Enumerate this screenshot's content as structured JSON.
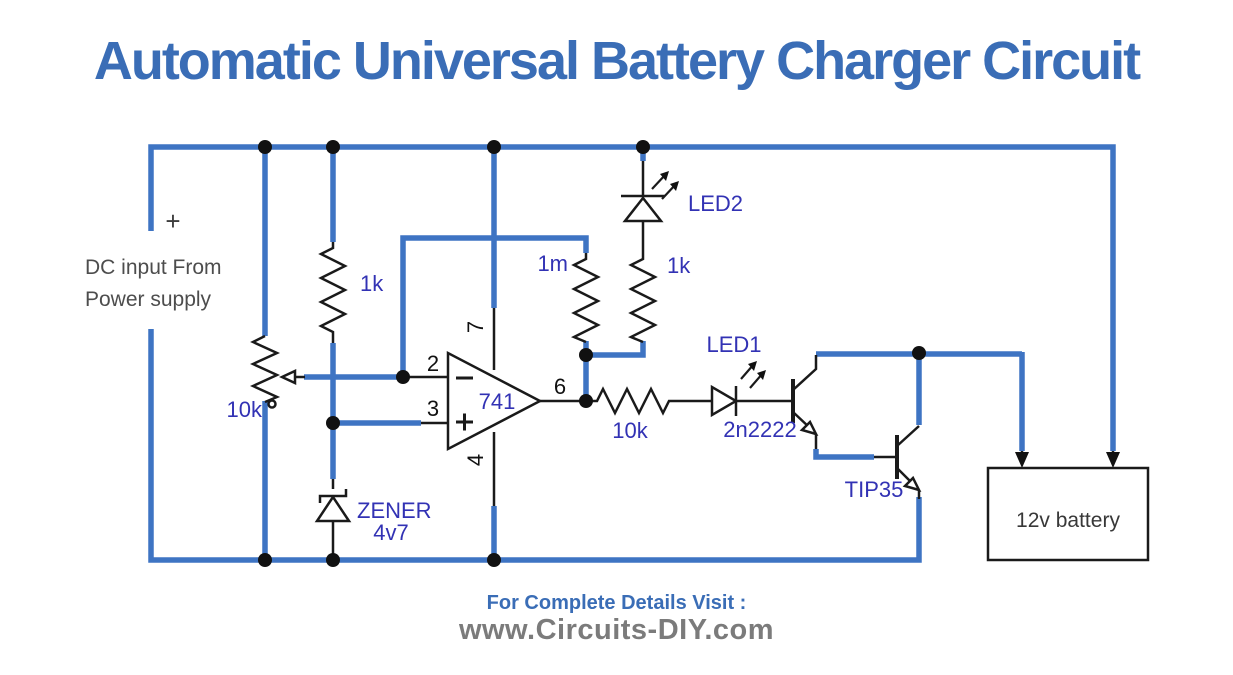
{
  "title": "Automatic Universal Battery Charger Circuit",
  "colors": {
    "title_blue": "#3a6db6",
    "wire_blue": "#3e74c3",
    "component_black": "#1a1a1a",
    "label_indigo": "#3232b4",
    "footer_gray": "#7b7b7b"
  },
  "source": {
    "polarity": "+",
    "line1": "DC input From",
    "line2": "Power supply"
  },
  "labels": {
    "pot": "10k",
    "r_divider": "1k",
    "r_feedback": "1m",
    "r_led2": "1k",
    "r_output": "10k",
    "opamp": "741",
    "pin2": "2",
    "pin3": "3",
    "pin4": "4",
    "pin6": "6",
    "pin7": "7",
    "zener_name": "ZENER",
    "zener_value": "4v7",
    "led1": "LED1",
    "led2": "LED2",
    "transistor_npn": "2n2222",
    "transistor_power": "TIP35",
    "battery": "12v battery"
  },
  "footer": {
    "line1": "For Complete Details Visit :",
    "line2": "www.Circuits-DIY.com"
  }
}
